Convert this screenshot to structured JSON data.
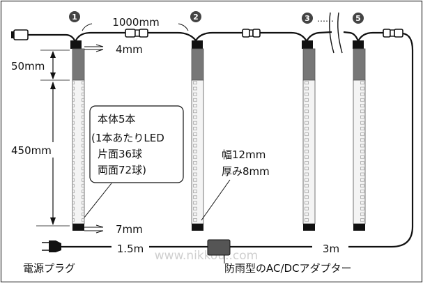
{
  "colors": {
    "line": "#111111",
    "tube_cap": "#777777",
    "tube_body": "#f4f4f4",
    "badge": "#444444",
    "watermark": "#cfcfcf"
  },
  "labels": {
    "spacing": "1000mm",
    "top_segment": "50mm",
    "tube_length": "450mm",
    "top_gap": "4mm",
    "bottom_gap": "7mm",
    "width": "幅12mm",
    "thickness": "厚み8mm",
    "cord_short": "1.5m",
    "cord_long": "3m",
    "plug": "電源プラグ",
    "adapter": "防雨型のAC/DCアダプター",
    "ellipsis": "……",
    "watermark": "www.nikkou..com"
  },
  "badges": [
    "1",
    "2",
    "3",
    "5"
  ],
  "callout": {
    "lines": [
      "本体5本",
      "(1本あたりLED",
      "片面36球",
      "両面72球)"
    ]
  }
}
